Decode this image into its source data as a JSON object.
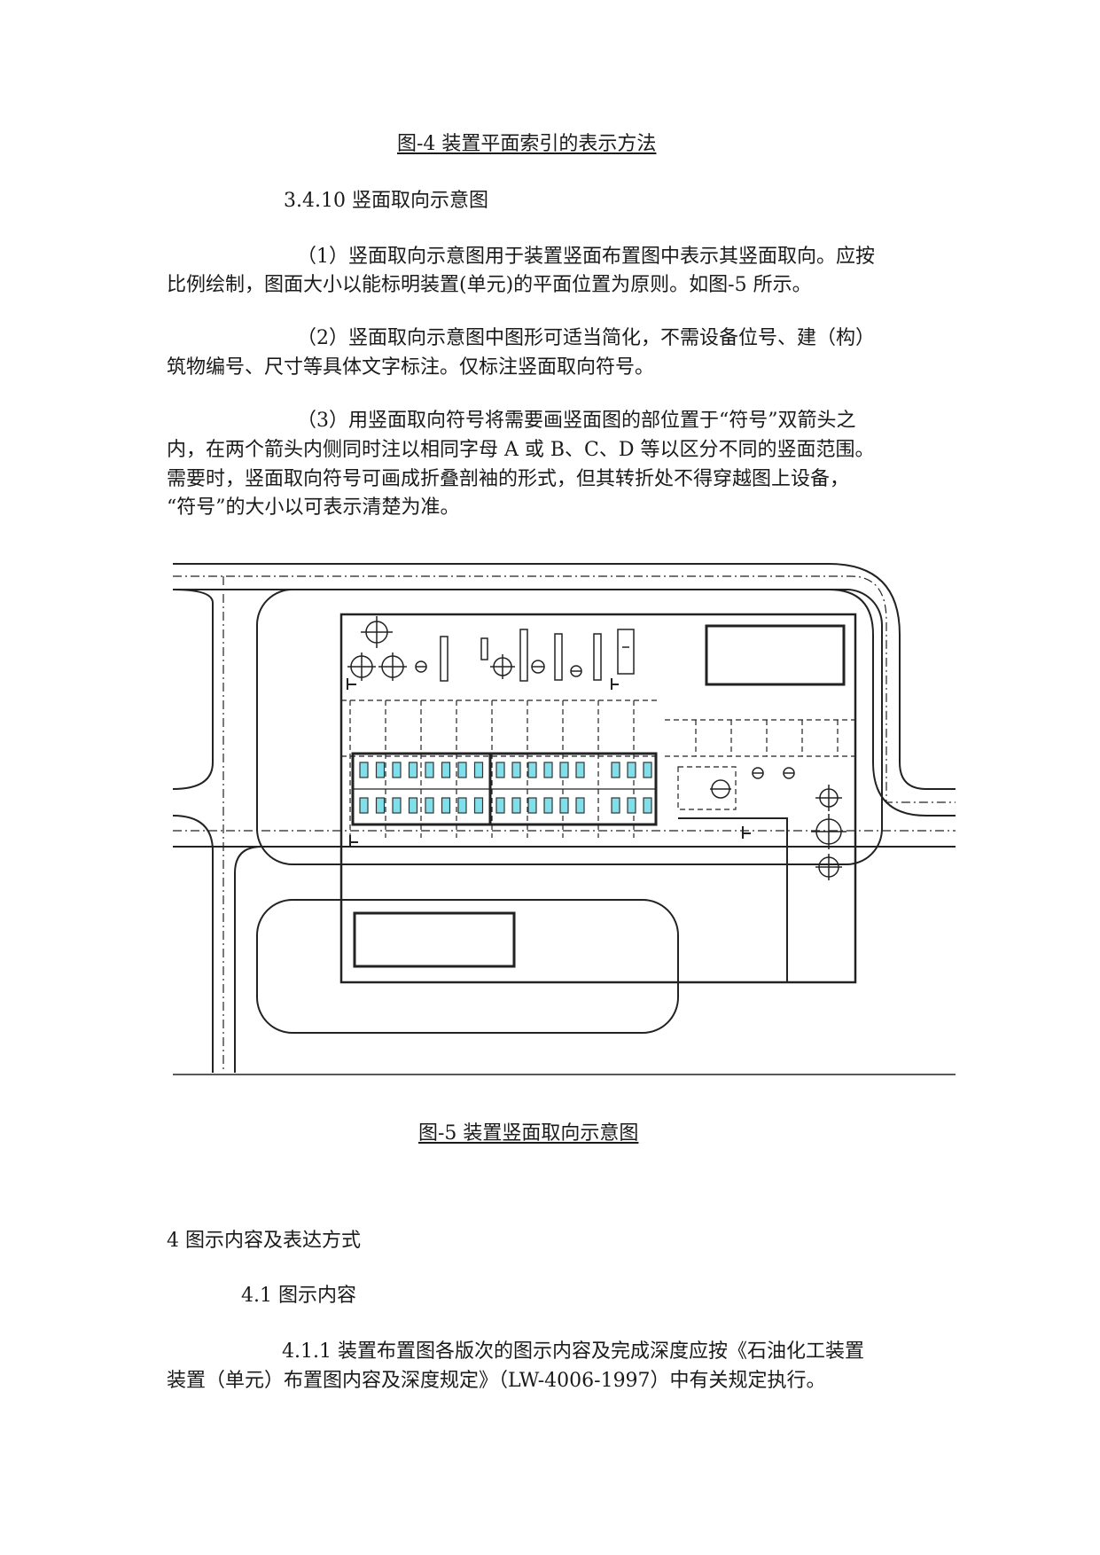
{
  "caption_fig4": "图-4 装置平面索引的表示方法",
  "section_3_4_10": "3.4.10 竖面取向示意图",
  "para1": {
    "line1": "（1）竖面取向示意图用于装置竖面布置图中表示其竖面取向。应按",
    "line2": "比例绘制，图面大小以能标明装置(单元)的平面位置为原则。如图-5 所示。"
  },
  "para2": {
    "line1": "（2）竖面取向示意图中图形可适当简化，不需设备位号、建（构）",
    "line2": "筑物编号、尺寸等具体文字标注。仅标注竖面取向符号。"
  },
  "para3": {
    "line1": "（3）用竖面取向符号将需要画竖面图的部位置于“符号”双箭头之",
    "line2": "内，在两个箭头内侧同时注以相同字母 A 或 B、C、D 等以区分不同的竖面范围。",
    "line3": "需要时，竖面取向符号可画成折叠剖袖的形式，但其转折处不得穿越图上设备，",
    "line4": "“符号”的大小以可表示清楚为准。"
  },
  "caption_fig5": "图-5 装置竖面取向示意图",
  "section_4": "4 图示内容及表达方式",
  "section_4_1": "4.1 图示内容",
  "para_4_1_1": {
    "line1": "4.1.1 装置布置图各版次的图示内容及完成深度应按《石油化工装置",
    "line2": "装置（单元）布置图内容及深度规定》（LW-4006-1997）中有关规定执行。"
  },
  "colors": {
    "text": "#1a1a1a",
    "drawing_line": "#222222",
    "equipment_fill": "#7fe0ec"
  }
}
